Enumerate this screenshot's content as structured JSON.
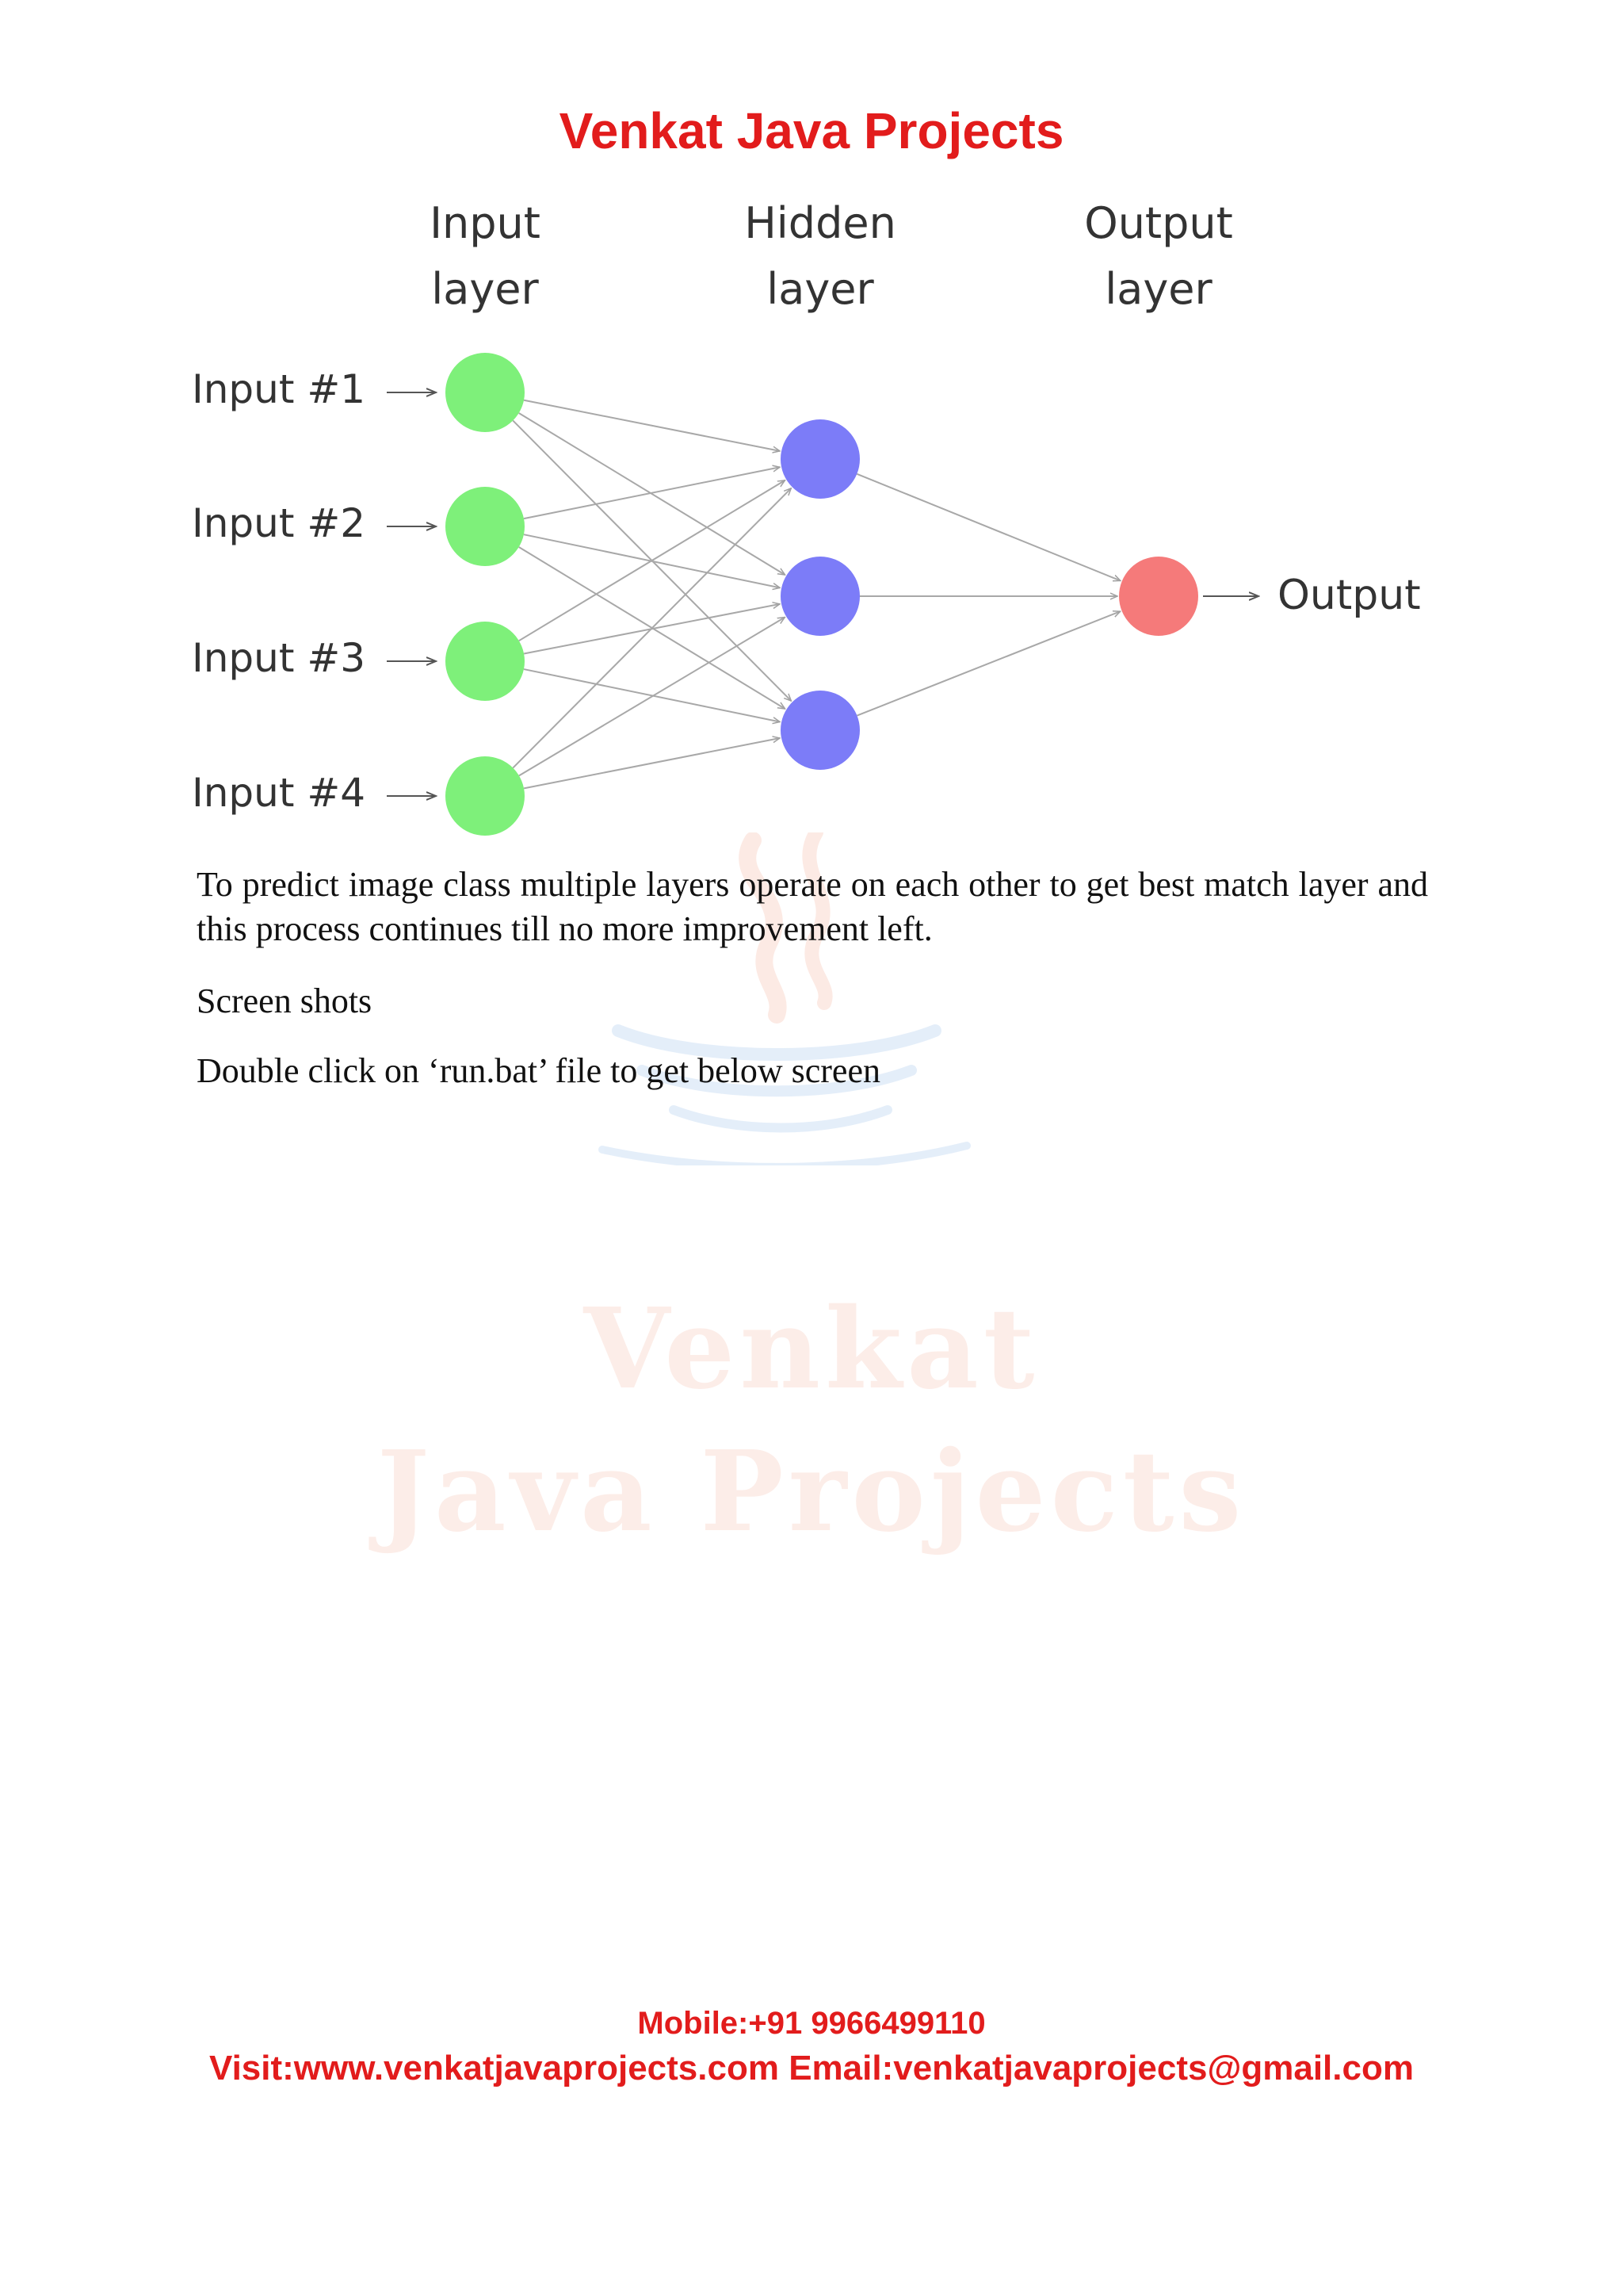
{
  "header": {
    "title": "Venkat Java Projects"
  },
  "watermark": {
    "line1": "Venkat",
    "line2": "Java Projects"
  },
  "diagram": {
    "layer_labels": {
      "input": [
        "Input",
        "layer"
      ],
      "hidden": [
        "Hidden",
        "layer"
      ],
      "output": [
        "Output",
        "layer"
      ]
    },
    "inputs": [
      "Input #1",
      "Input #2",
      "Input #3",
      "Input #4"
    ],
    "output_label": "Output",
    "colors": {
      "input_node": "#7ef07a",
      "hidden_node": "#7c7cf8",
      "output_node": "#f57a7a",
      "edge": "#a8a8a8"
    },
    "edges": {
      "input_to_hidden": [
        [
          0,
          0
        ],
        [
          0,
          1
        ],
        [
          0,
          2
        ],
        [
          1,
          0
        ],
        [
          1,
          1
        ],
        [
          1,
          2
        ],
        [
          2,
          0
        ],
        [
          2,
          1
        ],
        [
          2,
          2
        ],
        [
          3,
          0
        ],
        [
          3,
          1
        ],
        [
          3,
          2
        ]
      ],
      "hidden_to_output": [
        [
          0,
          0
        ],
        [
          1,
          0
        ],
        [
          2,
          0
        ]
      ]
    }
  },
  "body": {
    "paragraph1": "To predict image class multiple layers operate on each other to get best match layer and this process continues till no more improvement left.",
    "paragraph2": "Screen shots",
    "paragraph3": "Double click on ‘run.bat’ file to get below screen"
  },
  "footer": {
    "mobile": "Mobile:+91 9966499110",
    "visit": "Visit:www.venkatjavaprojects.com Email:venkatjavaprojects@gmail.com"
  }
}
